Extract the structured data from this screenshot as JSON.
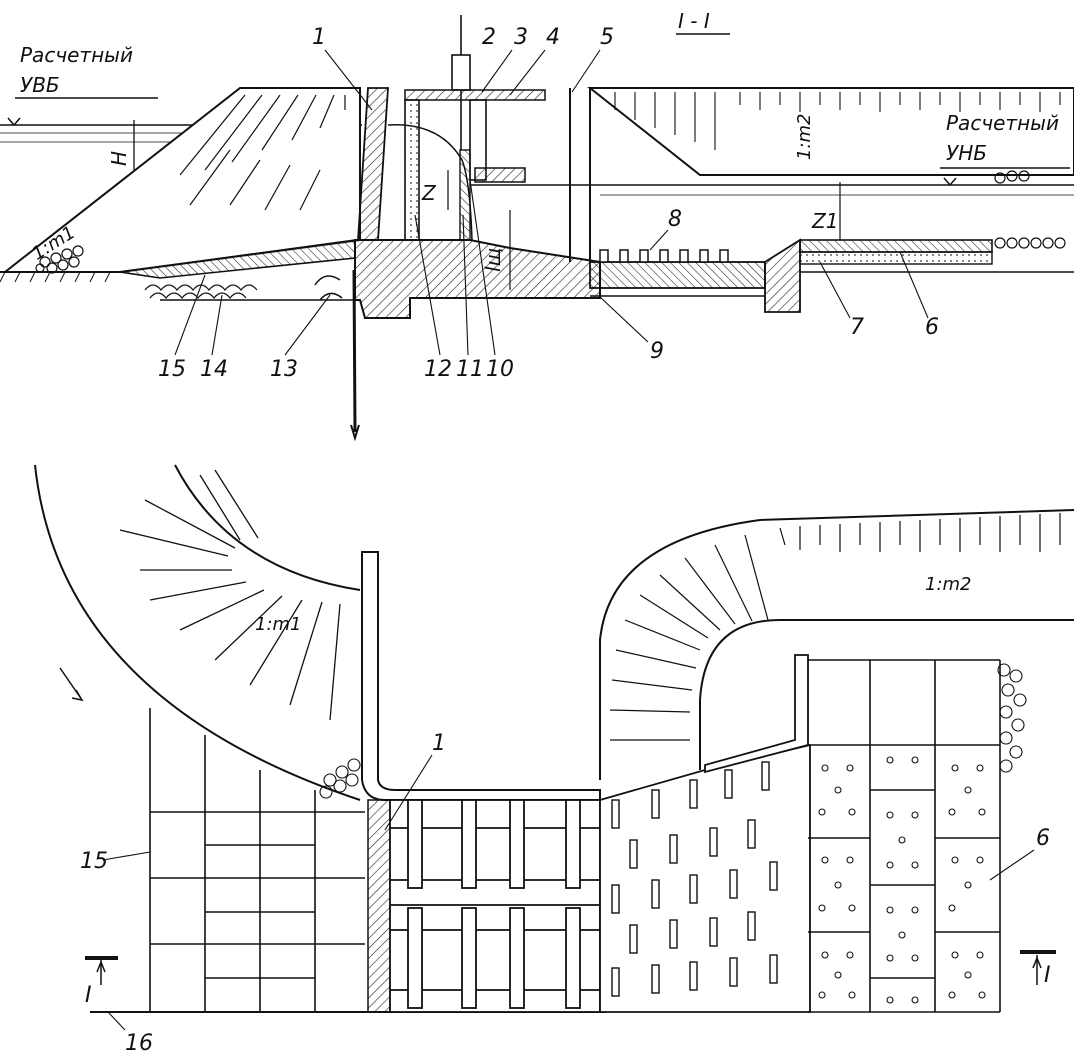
{
  "section_mark": "I - I",
  "upstream_label": {
    "line1": "Расчетный",
    "line2": "УВБ"
  },
  "downstream_label": {
    "line1": "Расчетный",
    "line2": "УНБ"
  },
  "head_label": "H",
  "slope_upstream": "1:m1",
  "slope_downstream": "1:m2",
  "plan_slope_upstream": "1:m1",
  "plan_slope_downstream": "1:m2",
  "z_label": "Z",
  "z1_label": "Z1",
  "lsh_label": "lщ",
  "callouts_section": {
    "n1": "1",
    "n2": "2",
    "n3": "3",
    "n4": "4",
    "n5": "5",
    "n6": "6",
    "n7": "7",
    "n8": "8",
    "n9": "9",
    "n10": "10",
    "n11": "11",
    "n12": "12",
    "n13": "13",
    "n14": "14",
    "n15": "15"
  },
  "callouts_plan": {
    "n1": "1",
    "n6": "6",
    "n15": "15",
    "n16": "16"
  },
  "cut_marker_left": "I",
  "cut_marker_right": "I"
}
